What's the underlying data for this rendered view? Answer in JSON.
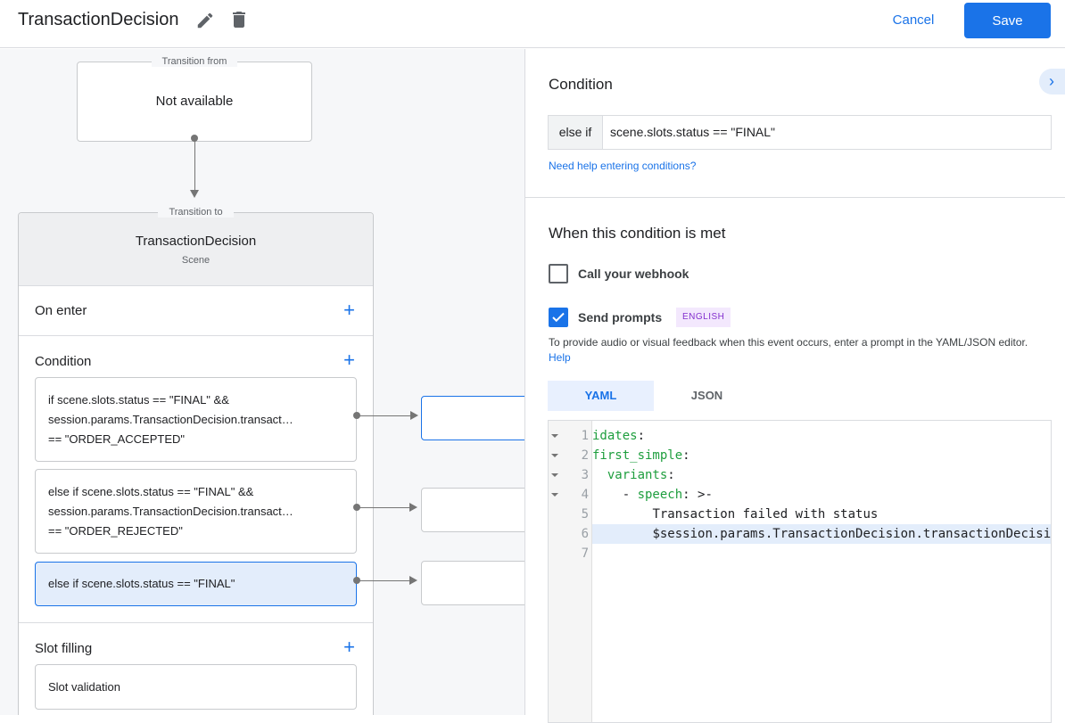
{
  "header": {
    "title": "TransactionDecision",
    "cancel_label": "Cancel",
    "save_label": "Save"
  },
  "canvas": {
    "transition_from": {
      "legend": "Transition from",
      "value": "Not available"
    },
    "transition_to": {
      "legend": "Transition to",
      "scene_name": "TransactionDecision",
      "scene_type": "Scene"
    },
    "on_enter": "On enter",
    "condition": "Condition",
    "conditions": [
      {
        "lines": [
          "if scene.slots.status == \"FINAL\" &&",
          "session.params.TransactionDecision.transact…",
          "== \"ORDER_ACCEPTED\""
        ]
      },
      {
        "lines": [
          "else if scene.slots.status == \"FINAL\" &&",
          "session.params.TransactionDecision.transact…",
          "== \"ORDER_REJECTED\""
        ]
      },
      {
        "lines": [
          "else if scene.slots.status == \"FINAL\""
        ],
        "selected": true
      }
    ],
    "slot_filling": "Slot filling",
    "slot_validation": "Slot validation"
  },
  "panel": {
    "condition_heading": "Condition",
    "condition_prefix": "else if",
    "condition_value": "scene.slots.status == \"FINAL\"",
    "help_link": "Need help entering conditions?",
    "met_heading": "When this condition is met",
    "webhook_label": "Call your webhook",
    "webhook_checked": false,
    "prompts_label": "Send prompts",
    "prompts_checked": true,
    "language_badge": "ENGLISH",
    "description": "To provide audio or visual feedback when this event occurs, enter a prompt in the YAML/JSON editor.",
    "description_link": "Help",
    "tabs": [
      {
        "label": "YAML",
        "active": true
      },
      {
        "label": "JSON",
        "active": false
      }
    ],
    "editor_lines": [
      {
        "n": "1",
        "key": "idates",
        "rest": ":"
      },
      {
        "n": "2",
        "key": "first_simple",
        "rest": ":"
      },
      {
        "n": "3",
        "indent": "  ",
        "key": "variants",
        "rest": ":"
      },
      {
        "n": "4",
        "indent": "    - ",
        "key": "speech",
        "rest": ": >-"
      },
      {
        "n": "5",
        "indent": "        ",
        "text": "Transaction failed with status"
      },
      {
        "n": "6",
        "indent": "        ",
        "text": "$session.params.TransactionDecision.transactionDecision"
      },
      {
        "n": "7",
        "text": ""
      }
    ]
  },
  "colors": {
    "accent": "#1a73e8",
    "selected_bg": "#e3edfb",
    "badge_bg": "#f3e8fd",
    "badge_text": "#8430ce",
    "yaml_key": "#1e9e3e"
  }
}
